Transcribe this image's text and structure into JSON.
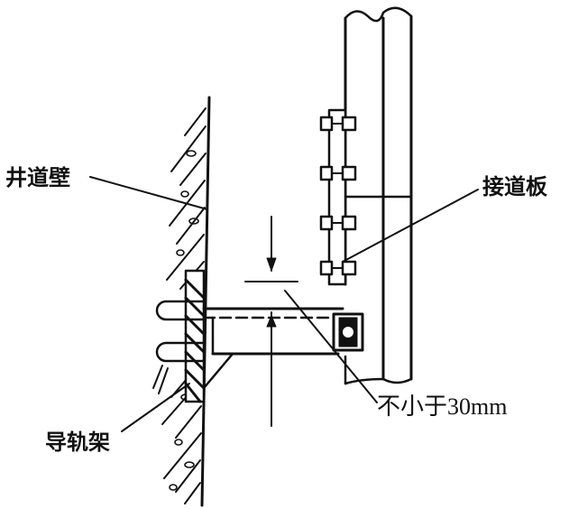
{
  "labels": {
    "shaft_wall": "井道壁",
    "fishplate": "接道板",
    "rail_bracket": "导轨架",
    "clearance": "不小于30mm"
  },
  "colors": {
    "ink": "#111111",
    "background": "#ffffff"
  }
}
